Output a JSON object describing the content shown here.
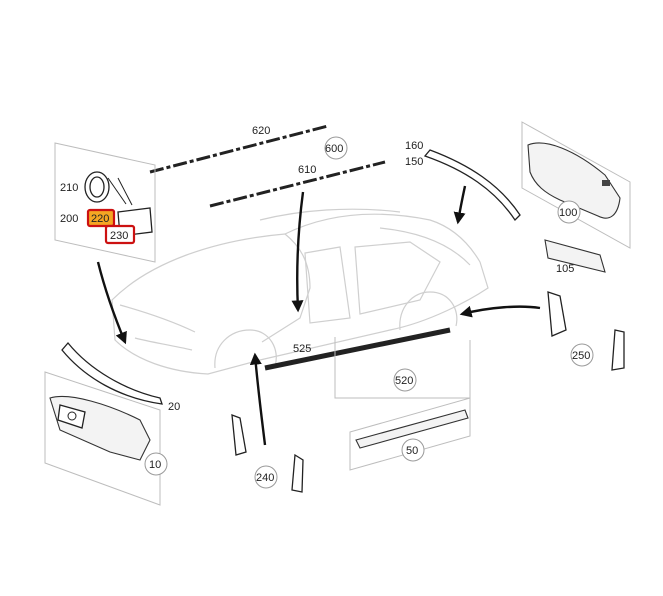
{
  "callouts": {
    "c620": "620",
    "c600": "600",
    "c610": "610",
    "c160": "160",
    "c150": "150",
    "c210": "210",
    "c200": "200",
    "c220": "220",
    "c230": "230",
    "c100": "100",
    "c105": "105",
    "c525": "525",
    "c520": "520",
    "c250": "250",
    "c20": "20",
    "c10": "10",
    "c240": "240",
    "c50": "50"
  },
  "colors": {
    "highlight_box": "#cc1111",
    "highlight_fill": "#f5a623"
  }
}
